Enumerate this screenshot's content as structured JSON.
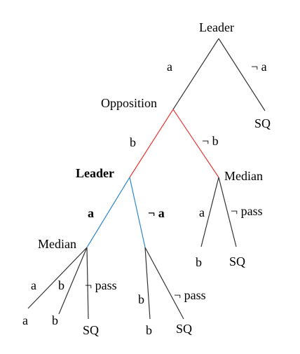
{
  "tree": {
    "nodes": {
      "root": "Leader",
      "opposition": "Opposition",
      "leader2": "Leader",
      "median_right": "Median",
      "median_left": "Median"
    },
    "edges": {
      "root_a": "a",
      "root_not_a": "¬ a",
      "opp_b": "b",
      "opp_not_b": "¬ b",
      "leader2_a": "a",
      "leader2_not_a": "¬ a",
      "medR_a": "a",
      "medR_not_pass": "¬ pass",
      "medL_a": "a",
      "medL_b": "b",
      "medL_not_pass": "¬ pass",
      "leader2_right_b": "b",
      "leader2_right_not_pass": "¬ pass"
    },
    "leaves": {
      "root_sq": "SQ",
      "medR_a_out": "b",
      "medR_sq": "SQ",
      "medL_a_out": "a",
      "medL_b_out": "b",
      "medL_sq": "SQ",
      "leader2_b_out": "b",
      "leader2_sq": "SQ"
    },
    "colors": {
      "default_edge": "#333333",
      "opposition_edges": "#e8393a",
      "leader_edges": "#2e86c8"
    }
  }
}
